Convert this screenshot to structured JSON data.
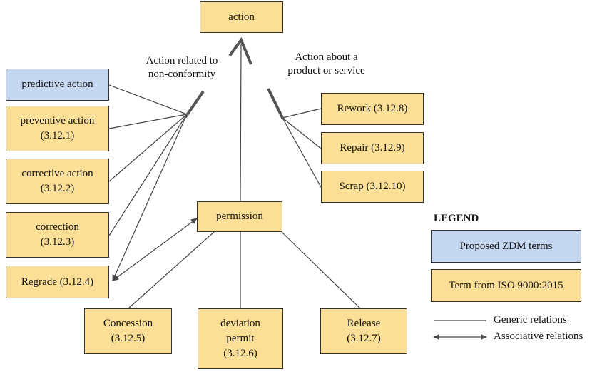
{
  "nodes": {
    "action": "action",
    "predictive_action": "predictive action",
    "preventive_action": "preventive action\n(3.12.1)",
    "corrective_action": "corrective action\n(3.12.2)",
    "correction": "correction\n(3.12.3)",
    "regrade": "Regrade (3.12.4)",
    "permission": "permission",
    "concession": "Concession\n(3.12.5)",
    "deviation_permit": "deviation\npermit\n(3.12.6)",
    "release": "Release\n(3.12.7)",
    "rework": "Rework (3.12.8)",
    "repair": "Repair (3.12.9)",
    "scrap": "Scrap (3.12.10)"
  },
  "labels": {
    "nonconformity": "Action related to\nnon-conformity",
    "product_service": "Action about a\nproduct or service"
  },
  "legend": {
    "title": "LEGEND",
    "zdm": "Proposed ZDM terms",
    "iso": "Term from ISO 9000:2015",
    "generic": "Generic relations",
    "associative": "Associative relations"
  },
  "colors": {
    "iso": "#fcdf96",
    "zdm": "#c5d6f1",
    "line": "#444444"
  }
}
